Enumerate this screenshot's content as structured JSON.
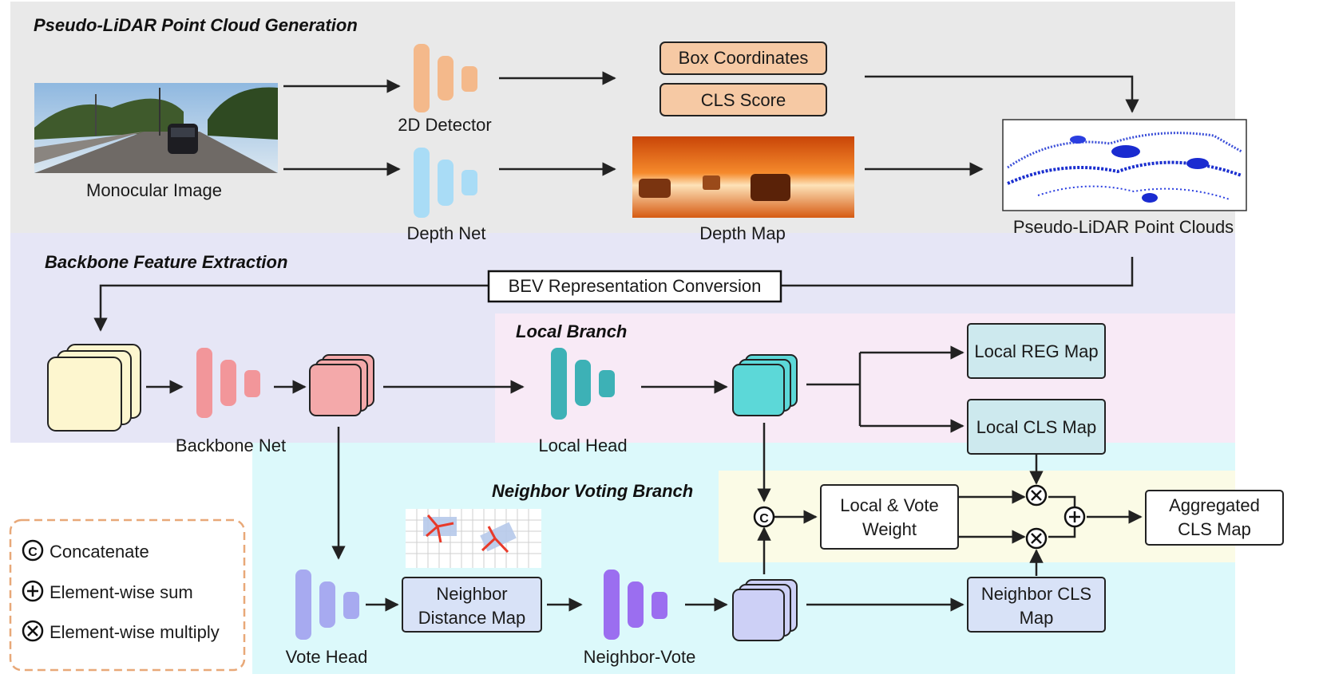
{
  "sections": {
    "pseudo_lidar": "Pseudo-LiDAR Point Cloud Generation",
    "backbone": "Backbone Feature Extraction",
    "local_branch": "Local Branch",
    "neighbor_branch": "Neighbor Voting Branch"
  },
  "labels": {
    "monocular_image": "Monocular Image",
    "detector_2d": "2D Detector",
    "depth_net": "Depth Net",
    "box_coordinates": "Box Coordinates",
    "cls_score": "CLS Score",
    "depth_map": "Depth Map",
    "point_clouds": "Pseudo-LiDAR Point Clouds",
    "bev_conversion": "BEV Representation Conversion",
    "backbone_net": "Backbone Net",
    "local_head": "Local Head",
    "local_reg_map": "Local REG Map",
    "local_cls_map": "Local CLS Map",
    "local_vote_weight_1": "Local & Vote",
    "local_vote_weight_2": "Weight",
    "aggregated_cls_1": "Aggregated",
    "aggregated_cls_2": "CLS Map",
    "vote_head": "Vote Head",
    "neighbor_distance_1": "Neighbor",
    "neighbor_distance_2": "Distance Map",
    "neighbor_vote": "Neighbor-Vote",
    "neighbor_cls_1": "Neighbor CLS",
    "neighbor_cls_2": "Map"
  },
  "legend": {
    "concatenate": "Concatenate",
    "sum": "Element-wise sum",
    "multiply": "Element-wise multiply"
  },
  "operators": {
    "concat_symbol": "C"
  },
  "colors": {
    "region_generation": "#e9e9e9",
    "region_backbone": "#e6e6f6",
    "region_local": "#f8eaf6",
    "region_neighbor": "#dcf9fb",
    "region_aggregation": "#fbfbe6",
    "detector": "#f4b98b",
    "depth_net": "#a9dcf6",
    "backbone": "#f2969a",
    "local_head": "#3db1b6",
    "vote_head": "#a7aaf0",
    "neighbor_vote": "#9b6ef0",
    "orange_box": "#f6c9a4",
    "teal_box": "#cde9ee",
    "blue_box": "#d8e2f7"
  }
}
